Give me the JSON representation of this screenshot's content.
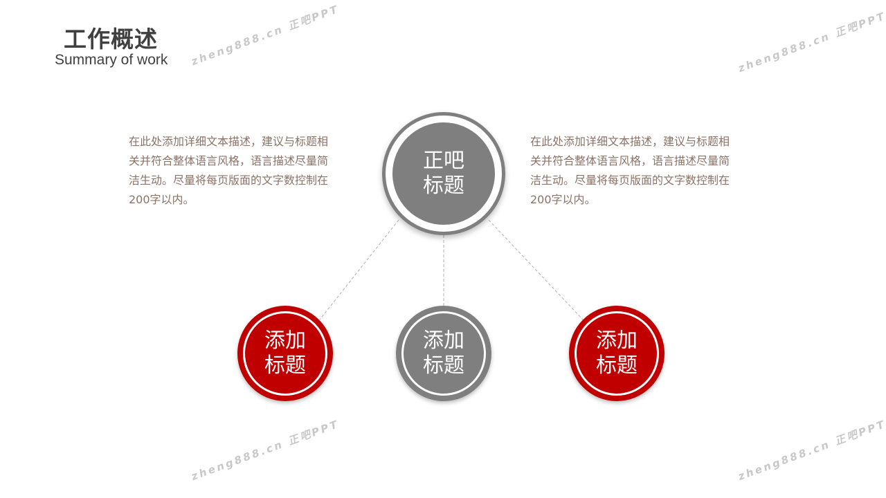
{
  "header": {
    "title": "工作概述",
    "subtitle": "Summary of work"
  },
  "left_text": [
    "在此处添加详细文本描述，建议与标题相",
    "关并符合整体语言风格，语言描述尽量简",
    "洁生动。尽量将每页版面的文字数控制在",
    "200字以内。"
  ],
  "right_text": [
    "在此处添加详细文本描述，建议与标题相",
    "关并符合整体语言风格，语言描述尽量简",
    "洁生动。尽量将每页版面的文字数控制在",
    "200字以内。"
  ],
  "main_circle": {
    "line1": "正吧",
    "line2": "标题"
  },
  "sub_circles": [
    {
      "line1": "添加",
      "line2": "标题",
      "color": "#c00000"
    },
    {
      "line1": "添加",
      "line2": "标题",
      "color": "#7f7f7f"
    },
    {
      "line1": "添加",
      "line2": "标题",
      "color": "#c00000"
    }
  ],
  "watermark": "zheng888.cn 正吧PPT",
  "colors": {
    "red": "#c00000",
    "grey": "#7f7f7f",
    "text_brown": "#8b7266",
    "title": "#404040"
  }
}
